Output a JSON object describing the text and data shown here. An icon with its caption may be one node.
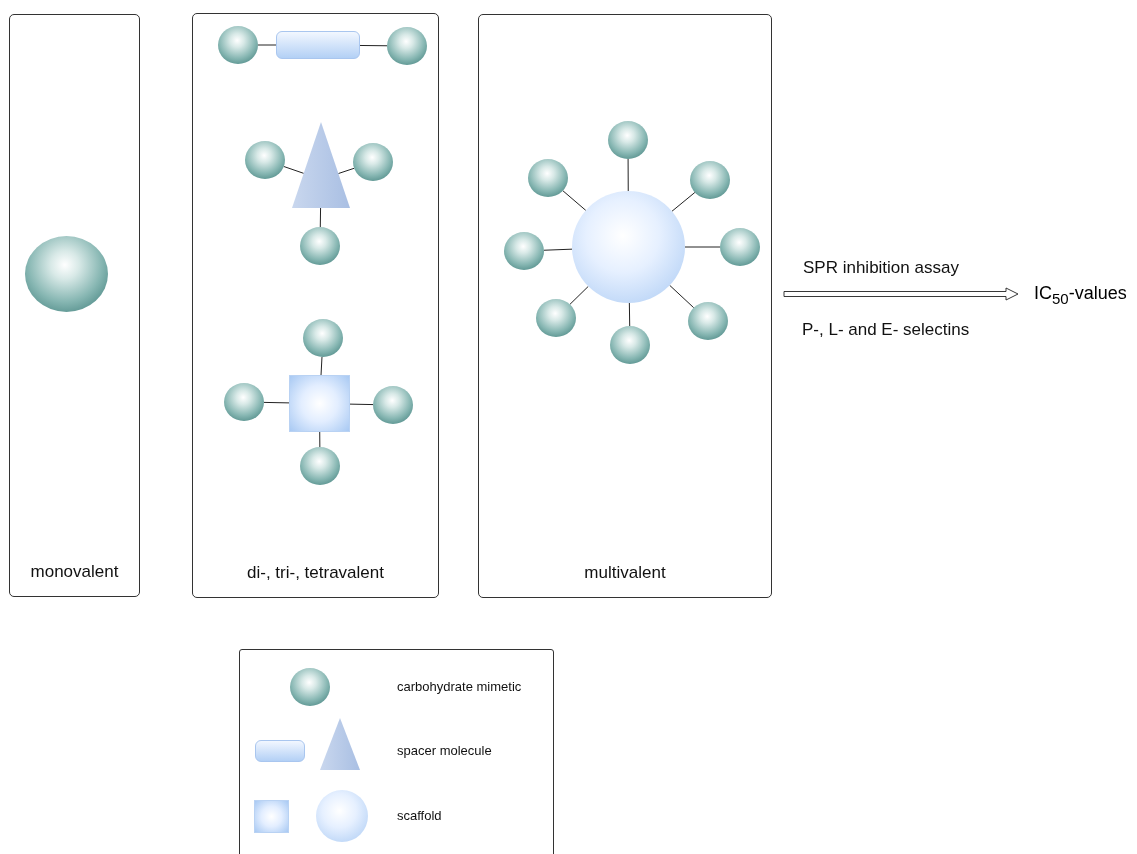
{
  "diagram": {
    "nodes": [
      {
        "text": [
          "monovalent"
        ]
      },
      {
        "text": [],
        "shape": "circle",
        "in": 0
      },
      {
        "text": [
          "di-, tri-, tetravalent"
        ]
      },
      {
        "text": [],
        "shape": "circle",
        "in": 2
      },
      {
        "text": [],
        "shape": "box",
        "in": 2
      },
      {
        "text": [],
        "shape": "circle",
        "in": 2
      },
      {
        "text": [],
        "shape": "circle",
        "in": 2
      },
      {
        "text": [],
        "shape": "triangle",
        "in": 2
      },
      {
        "text": [],
        "shape": "circle",
        "in": 2
      },
      {
        "text": [],
        "shape": "circle",
        "in": 2
      },
      {
        "text": [],
        "shape": "circle",
        "in": 2
      },
      {
        "text": [],
        "shape": "circle",
        "in": 2
      },
      {
        "text": [],
        "shape": "box",
        "in": 2
      },
      {
        "text": [],
        "shape": "circle",
        "in": 2
      },
      {
        "text": [],
        "shape": "circle",
        "in": 2
      },
      {
        "text": [
          "multivalent"
        ]
      },
      {
        "text": [],
        "shape": "circle",
        "in": 15
      },
      {
        "text": [],
        "shape": "circle",
        "in": 15
      },
      {
        "text": [],
        "shape": "circle",
        "in": 15
      },
      {
        "text": [],
        "shape": "circle",
        "in": 15
      },
      {
        "text": [],
        "shape": "circle",
        "in": 15
      },
      {
        "text": [],
        "shape": "circle",
        "in": 15
      },
      {
        "text": [],
        "shape": "circle",
        "in": 15
      },
      {
        "text": [],
        "shape": "circle",
        "in": 15
      },
      {
        "text": [],
        "shape": "circle",
        "in": 15
      },
      {
        "text": [
          "IC$_{50}$-values"
        ]
      }
    ],
    "edges": [
      {
        "from": 3,
        "to": 4,
        "arrow": "none"
      },
      {
        "from": 4,
        "to": 5,
        "arrow": "none"
      },
      {
        "from": 6,
        "to": 7,
        "arrow": "none"
      },
      {
        "from": 8,
        "to": 7,
        "arrow": "none"
      },
      {
        "from": 9,
        "to": 7,
        "arrow": "none"
      },
      {
        "from": 10,
        "to": 12,
        "arrow": "none"
      },
      {
        "from": 11,
        "to": 12,
        "arrow": "none"
      },
      {
        "from": 13,
        "to": 12,
        "arrow": "none"
      },
      {
        "from": 14,
        "to": 12,
        "arrow": "none"
      },
      {
        "from": 16,
        "to": 20,
        "arrow": "none"
      },
      {
        "from": 17,
        "to": 20,
        "arrow": "none"
      },
      {
        "from": 18,
        "to": 20,
        "arrow": "none"
      },
      {
        "from": 19,
        "to": 20,
        "arrow": "none"
      },
      {
        "from": 21,
        "to": 20,
        "arrow": "none"
      },
      {
        "from": 22,
        "to": 20,
        "arrow": "none"
      },
      {
        "from": 23,
        "to": 20,
        "arrow": "none"
      },
      {
        "from": 24,
        "to": 20,
        "arrow": "none"
      },
      {
        "from": null,
        "to": 25,
        "arrow": "to",
        "label": "SPR inhibition assay"
      }
    ],
    "labels": [
      "P-, L- and E- selectins"
    ],
    "legend": [
      {
        "text": "carbohydrate mimetic"
      },
      {
        "text": "spacer molecule"
      },
      {
        "text": "scaffold"
      }
    ]
  }
}
